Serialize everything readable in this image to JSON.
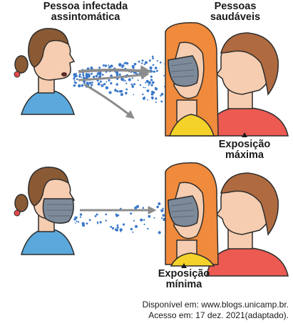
{
  "labels": {
    "infected_line1": "Pessoa infectada",
    "infected_line2": "assintomática",
    "healthy_line1": "Pessoas",
    "healthy_line2": "saudáveis",
    "max_line1": "Exposição",
    "max_line2": "máxima",
    "min_line1": "Exposição",
    "min_line2": "mínima"
  },
  "source": {
    "line1": "Disponível em: www.blogs.unicamp.br.",
    "line2": "Acesso em: 17 dez. 2021(adaptado)."
  },
  "colors": {
    "skin": "#f6cdb0",
    "hair_child": "#8a5a35",
    "shirt_child": "#5aa8dc",
    "mask": "#7d8a99",
    "hair_woman": "#f08a3c",
    "shirt_woman": "#f4d22a",
    "hair_man": "#b06a40",
    "shirt_man": "#ec5a52",
    "droplet": "#3a78c9",
    "arrow": "#8c8c8c"
  }
}
